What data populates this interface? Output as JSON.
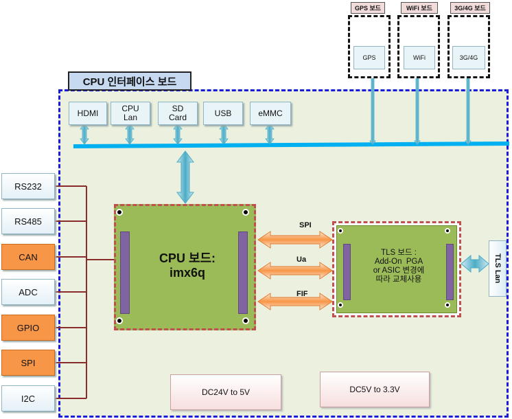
{
  "board": {
    "title": "CPU 인터페이스  보드"
  },
  "top_interfaces": [
    {
      "label": "HDMI"
    },
    {
      "label": "CPU\nLan"
    },
    {
      "label": "SD\nCard"
    },
    {
      "label": "USB"
    },
    {
      "label": "eMMC"
    }
  ],
  "modules": [
    {
      "title": "GPS 보드",
      "inner": "GPS"
    },
    {
      "title": "WiFi 보드",
      "inner": "WiFi"
    },
    {
      "title": "3G/4G 보드",
      "inner": "3G/4G"
    }
  ],
  "left_interfaces": [
    {
      "label": "RS232",
      "style": "blue"
    },
    {
      "label": "RS485",
      "style": "blue"
    },
    {
      "label": "CAN",
      "style": "orange"
    },
    {
      "label": "ADC",
      "style": "blue"
    },
    {
      "label": "GPIO",
      "style": "orange"
    },
    {
      "label": "SPI",
      "style": "orange"
    },
    {
      "label": "I2C",
      "style": "blue"
    }
  ],
  "cpu_board": {
    "line1": "CPU  보드:",
    "line2": "imx6q"
  },
  "bus_labels": {
    "spi": "SPI",
    "ua": "Ua",
    "fif": "FIF"
  },
  "tls_board": {
    "text": "TLS 보드 :\nAdd-On  PGA\nor ASIC 변경에\n따라 교체사용"
  },
  "tls_lan": {
    "label": "TLS Lan"
  },
  "power": {
    "dc24": "DC24V  to 5V",
    "dc5": "DC5V  to 3.3V"
  },
  "colors": {
    "board_border": "#1a1adc",
    "board_fill": "#ebf1de",
    "cpu_green": "#9bbb59",
    "dashed_red": "#c0504d",
    "bus_blue": "#00b0f0",
    "orange": "#f79646"
  }
}
